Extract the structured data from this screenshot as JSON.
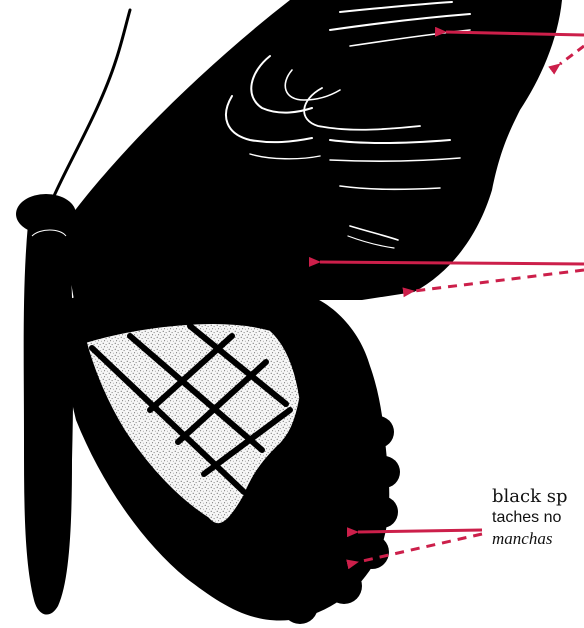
{
  "figure": {
    "subject": "butterfly-wing-illustration",
    "accent_color": "#cc1f4a",
    "wing_color": "#000000",
    "spot_fill_color": "#f4f4f4"
  },
  "label": {
    "en": "black sp",
    "fr": "taches no",
    "es": "manchas"
  },
  "pointers": [
    {
      "id": "pointer-top",
      "style": "solid+dashed"
    },
    {
      "id": "pointer-middle",
      "style": "solid+dashed"
    },
    {
      "id": "pointer-bottom",
      "style": "solid+dashed"
    }
  ]
}
